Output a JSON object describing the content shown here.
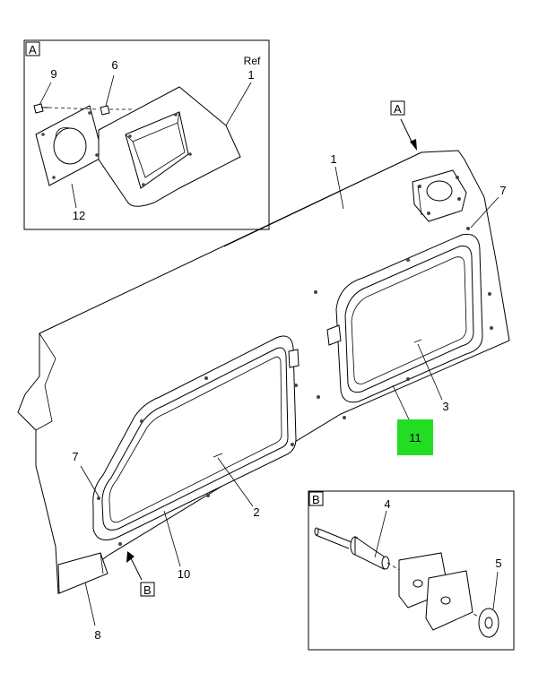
{
  "inset_a": {
    "letter": "A",
    "callouts": {
      "c9": "9",
      "c6": "6",
      "ref": "Ref",
      "ref_num": "1",
      "c12": "12"
    }
  },
  "inset_b": {
    "letter": "B",
    "callouts": {
      "c4": "4",
      "c5": "5"
    }
  },
  "view_markers": {
    "a": "A",
    "b": "B"
  },
  "callouts": {
    "c1": "1",
    "c7_right": "7",
    "c3": "3",
    "c11": "11",
    "c7_left": "7",
    "c2": "2",
    "c10": "10",
    "c8": "8"
  },
  "colors": {
    "highlight": "#22dd22",
    "line": "#000000"
  }
}
